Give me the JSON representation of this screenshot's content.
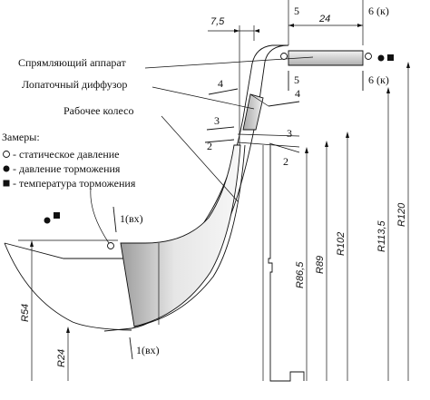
{
  "labels": {
    "straightener": "Спрямляющий аппарат",
    "vane_diffuser": "Лопаточный диффузор",
    "impeller": "Рабочее колесо",
    "measurements_title": "Замеры:",
    "legend_static": "- статическое давление",
    "legend_total": "- давление торможения",
    "legend_temp": "- температура торможения"
  },
  "dimensions": {
    "d_7_5": "7,5",
    "d_24": "24",
    "R54": "R54",
    "R24": "R24",
    "R86_5": "R86,5",
    "R89": "R89",
    "R102": "R102",
    "R113_5": "R113,5",
    "R120": "R120"
  },
  "sections": {
    "s5": "5",
    "s6k": "6 (к)",
    "s4": "4",
    "s3": "3",
    "s2": "2",
    "s1": "1(вх)"
  },
  "icons": {
    "open_circle": "open-circle-icon",
    "filled_circle": "filled-circle-icon",
    "filled_square": "filled-square-icon"
  }
}
